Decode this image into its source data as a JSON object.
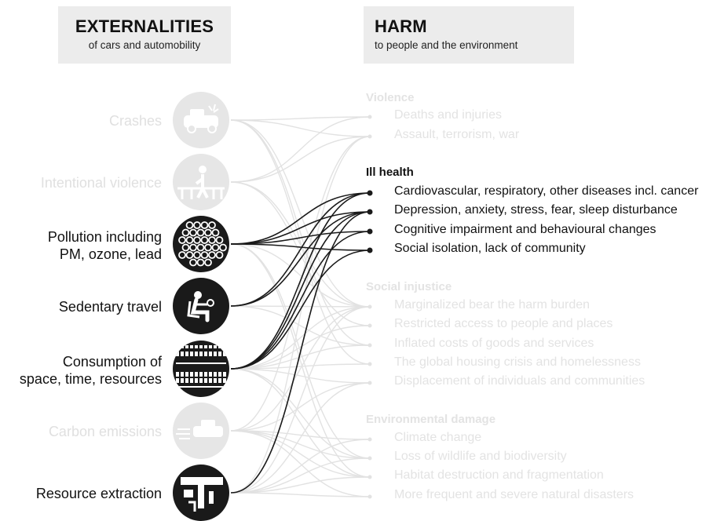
{
  "externalities_header": {
    "title": "EXTERNALITIES",
    "subtitle": "of cars and automobility"
  },
  "harm_header": {
    "title": "HARM",
    "subtitle": "to people and the environment"
  },
  "externalities": [
    {
      "id": "crashes",
      "label_lines": [
        "Crashes"
      ],
      "icon": "car-crash-icon",
      "active": false
    },
    {
      "id": "intentional-violence",
      "label_lines": [
        "Intentional violence"
      ],
      "icon": "vehicle-ramming-icon",
      "active": false
    },
    {
      "id": "pollution",
      "label_lines": [
        "Pollution including",
        "PM, ozone, lead"
      ],
      "icon": "particulate-matter-icon",
      "active": true
    },
    {
      "id": "sedentary-travel",
      "label_lines": [
        "Sedentary travel"
      ],
      "icon": "seated-driver-icon",
      "active": true
    },
    {
      "id": "consumption",
      "label_lines": [
        "Consumption of",
        "space, time, resources"
      ],
      "icon": "traffic-jam-icon",
      "active": true
    },
    {
      "id": "carbon-emissions",
      "label_lines": [
        "Carbon emissions"
      ],
      "icon": "exhaust-emissions-icon",
      "active": false
    },
    {
      "id": "resource-extraction",
      "label_lines": [
        "Resource extraction"
      ],
      "icon": "extraction-machine-icon",
      "active": true
    }
  ],
  "harm_categories": [
    {
      "heading": "Violence",
      "active": false,
      "items": [
        "Deaths and injuries",
        "Assault, terrorism, war"
      ]
    },
    {
      "heading": "Ill health",
      "active": true,
      "items": [
        "Cardiovascular, respiratory, other diseases incl. cancer",
        "Depression, anxiety, stress, fear, sleep disturbance",
        "Cognitive impairment and behavioural changes",
        "Social isolation, lack of community"
      ]
    },
    {
      "heading": "Social injustice",
      "active": false,
      "items": [
        "Marginalized bear the harm burden",
        "Restricted access to people and places",
        "Inflated costs of goods and services",
        "The global housing crisis and homelessness",
        "Displacement of individuals and communities"
      ]
    },
    {
      "heading": "Environmental damage",
      "active": false,
      "items": [
        "Climate change",
        "Loss of wildlife and biodiversity",
        "Habitat destruction and fragmentation",
        "More frequent and severe natural disasters"
      ]
    }
  ],
  "links_active": [
    [
      "pollution",
      0
    ],
    [
      "pollution",
      1
    ],
    [
      "pollution",
      2
    ],
    [
      "pollution",
      3
    ],
    [
      "sedentary-travel",
      0
    ],
    [
      "sedentary-travel",
      1
    ],
    [
      "consumption",
      0
    ],
    [
      "consumption",
      1
    ],
    [
      "consumption",
      2
    ],
    [
      "consumption",
      3
    ],
    [
      "resource-extraction",
      1
    ]
  ],
  "colors": {
    "active": "#1a1a1a",
    "faded": "#e2e2e2",
    "header_bg": "#ececec"
  }
}
